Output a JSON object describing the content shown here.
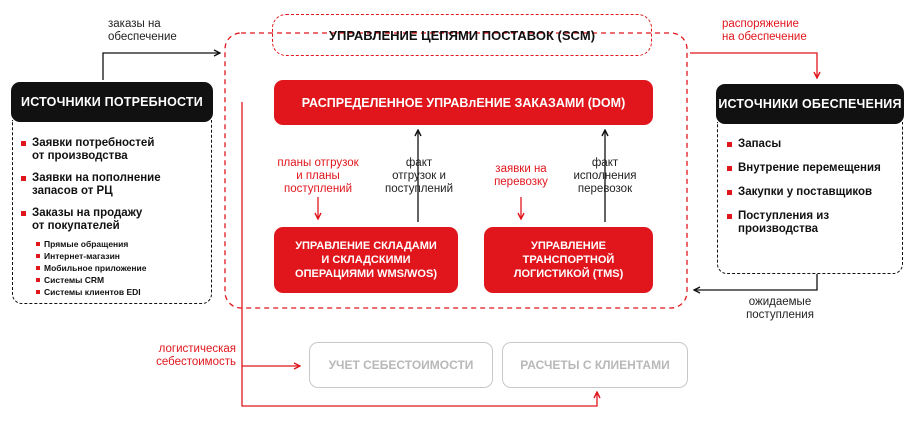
{
  "scm": {
    "title": "УПРАВЛЕНИЕ ЦЕПЯМИ ПОСТАВОК (SCM)"
  },
  "dom": {
    "title": "РАСПРЕДЕЛЕННОЕ УПРАВлЕНИЕ ЗАКАЗАМИ (DOM)"
  },
  "wms": {
    "line1": "УПРАВЛЕНИЕ СКЛАДАМИ",
    "line2": "И СКЛАДСКИМИ",
    "line3": "ОПЕРАЦИЯМИ WMS/WOS)"
  },
  "tms": {
    "line1": "УПРАВЛЕНИЕ",
    "line2": "ТРАНСПОРТНОЙ",
    "line3": "ЛОГИСТИКОЙ (TMS)"
  },
  "demand_sources": {
    "title": "ИСТОЧНИКИ ПОТРЕБНОСТИ",
    "items": [
      {
        "line1": "Заявки потребностей",
        "line2": "от производства"
      },
      {
        "line1": "Заявки на пополнение",
        "line2": "запасов от РЦ"
      },
      {
        "line1": "Заказы на продажу",
        "line2": "от покупателей"
      }
    ],
    "sub_items": [
      "Прямые обращения",
      "Интернет-магазин",
      "Мобильное приложение",
      "Системы CRM",
      "Системы клиентов EDI"
    ]
  },
  "supply_sources": {
    "title": "ИСТОЧНИКИ ОБЕСПЕЧЕНИЯ",
    "items": [
      {
        "line1": "Запасы",
        "line2": ""
      },
      {
        "line1": "Внутрение перемещения",
        "line2": ""
      },
      {
        "line1": "Закупки у поставщиков",
        "line2": ""
      },
      {
        "line1": "Поступления из",
        "line2": "производства"
      }
    ]
  },
  "labels": {
    "orders_supply": {
      "line1": "заказы на",
      "line2": "обеспечение"
    },
    "supply_order": {
      "line1": "распоряжение",
      "line2": "на обеспечение"
    },
    "expected_receipts": {
      "line1": "ожидаемые",
      "line2": "поступления"
    },
    "shipment_plans": {
      "line1": "планы отгрузок",
      "line2": "и планы",
      "line3": "поступлений"
    },
    "fact_shipments": {
      "line1": "факт",
      "line2": "отгрузок и",
      "line3": "поступлений"
    },
    "transport_requests": {
      "line1": "заявки на",
      "line2": "перевозку"
    },
    "fact_transport": {
      "line1": "факт",
      "line2": "исполнения",
      "line3": "перевозок"
    },
    "logistics_cost": {
      "line1": "логистическая",
      "line2": "себестоимость"
    }
  },
  "cost_accounting": {
    "title": "УЧЕТ СЕБЕСТОИМОСТИ"
  },
  "client_settlements": {
    "title": "РАСЧЕТЫ С КЛИЕНТАМИ"
  },
  "colors": {
    "accent": "#e0161c",
    "dark": "#111111",
    "muted": "#c8c8c8"
  }
}
